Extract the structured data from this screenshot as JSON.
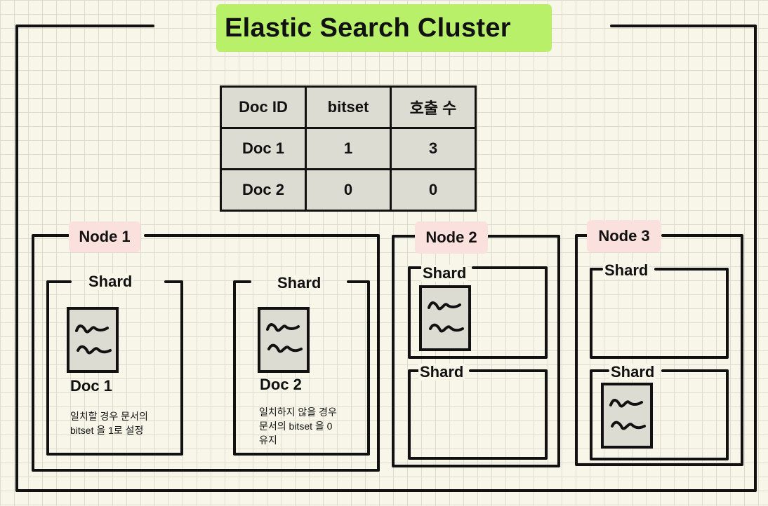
{
  "title": "Elastic Search Cluster",
  "table": {
    "headers": [
      "Doc ID",
      "bitset",
      "호출 수"
    ],
    "rows": [
      [
        "Doc 1",
        "1",
        "3"
      ],
      [
        "Doc 2",
        "0",
        "0"
      ]
    ]
  },
  "nodes": [
    {
      "label": "Node 1",
      "shards": [
        {
          "label": "Shard",
          "doc_label": "Doc 1",
          "note_lines": [
            "일치할 경우 문서의",
            "bitset 을 1로 설정"
          ]
        },
        {
          "label": "Shard",
          "doc_label": "Doc 2",
          "note_lines": [
            "일치하지 않을 경우",
            "문서의 bitset 을 0",
            "유지"
          ]
        }
      ]
    },
    {
      "label": "Node 2",
      "shards": [
        {
          "label": "Shard"
        },
        {
          "label": "Shard"
        }
      ]
    },
    {
      "label": "Node 3",
      "shards": [
        {
          "label": "Shard"
        },
        {
          "label": "Shard"
        }
      ]
    }
  ],
  "colors": {
    "title_badge": "#b8f06a",
    "node_badge": "#fbe1dd",
    "document_fill": "#dddcd2",
    "background": "#f8f6e9"
  }
}
